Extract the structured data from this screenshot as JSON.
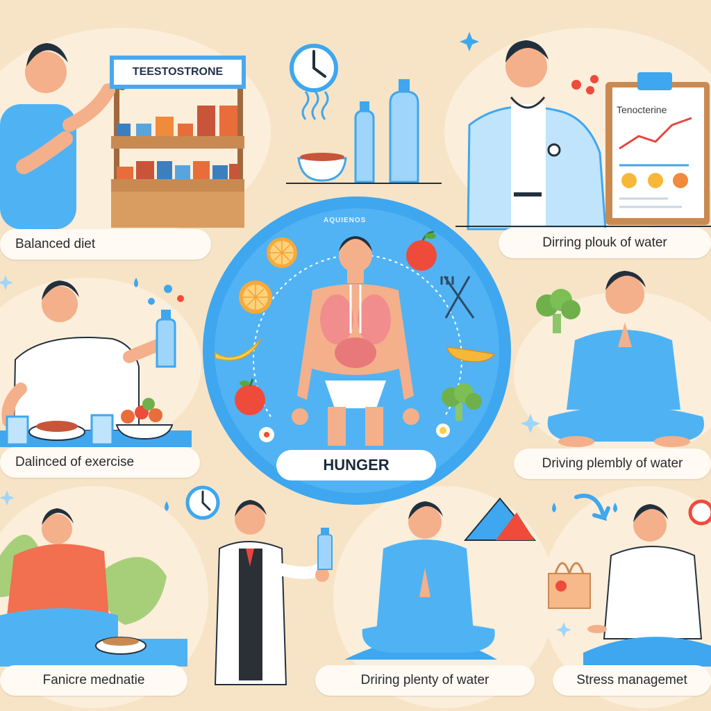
{
  "sign_text": "TEESTOSTRONE",
  "chart_title": "Tenocterine",
  "arc_title": "AQUIENOS",
  "center_label": "HUNGER",
  "labels": {
    "top_left": "Balanced diet",
    "top_right": "Dirring plouk of water",
    "mid_left": "Dalinced of exercise",
    "mid_right": "Driving plembly of water",
    "bottom_left": "Fanicre mednatie",
    "bottom_middle": "Driring plenty of water",
    "bottom_right": "Stress managemet"
  },
  "colors": {
    "background": "#f7e4c6",
    "accent_blue": "#3ea7ef",
    "shirt_blue": "#4fb3f3",
    "shirt_orange": "#f26f4f",
    "red_line": "#e8453c"
  },
  "icons": [
    "clock-icon",
    "steam-icon",
    "water-bottle-icon",
    "clipboard-icon",
    "fork-knife-icon",
    "sparkle-icon",
    "broccoli-icon",
    "apple-icon",
    "orange-slice-icon",
    "banana-icon",
    "arrow-icon",
    "shopping-bag-icon",
    "watermelon-icon"
  ]
}
